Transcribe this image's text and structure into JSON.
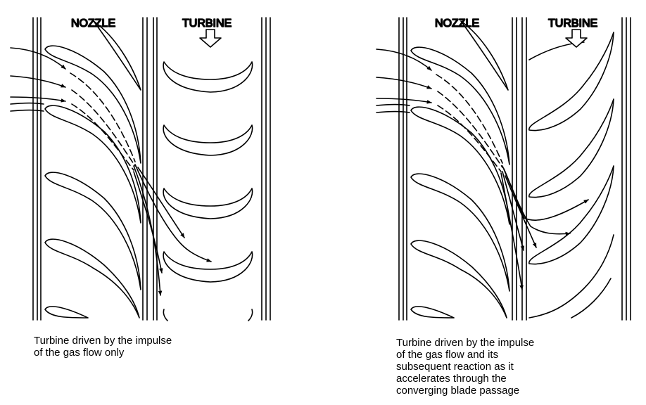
{
  "panels": [
    {
      "nozzle_label": "NOZZLE",
      "turbine_label": "TURBINE",
      "caption": [
        "Turbine driven by the impulse",
        "of the gas flow only"
      ]
    },
    {
      "nozzle_label": "NOZZLE",
      "turbine_label": "TURBINE",
      "caption": [
        "Turbine driven by the impulse",
        "of the gas flow and its",
        "subsequent reaction as it",
        "accelerates through the",
        "converging blade passage"
      ]
    }
  ],
  "colors": {
    "ink": "#000000",
    "paper": "#ffffff"
  }
}
